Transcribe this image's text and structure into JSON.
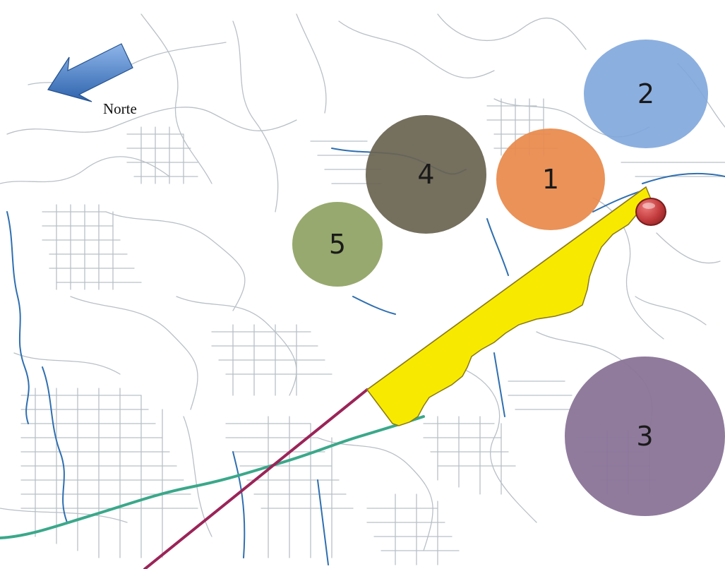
{
  "map": {
    "north_label": "Norte",
    "zones": [
      {
        "label": "1",
        "color": "#e8894a",
        "icon": "zone-circle-1"
      },
      {
        "label": "2",
        "color": "#7ea6dc",
        "icon": "zone-circle-2"
      },
      {
        "label": "3",
        "color": "#8a7498",
        "icon": "zone-circle-3"
      },
      {
        "label": "4",
        "color": "#6a6452",
        "icon": "zone-circle-4"
      },
      {
        "label": "5",
        "color": "#8fa263",
        "icon": "zone-circle-5"
      }
    ],
    "colors": {
      "highlight_area": "#f7ea00",
      "railway": "#9b2458",
      "green_river": "#3aa88a",
      "streams": "#2f6fb0",
      "streets": "#b8c0c6",
      "north_arrow": "#3f7cc7",
      "marker": "#c0393b"
    },
    "icons": {
      "north_arrow": "arrow-left-icon",
      "marker": "location-marker-icon"
    }
  }
}
